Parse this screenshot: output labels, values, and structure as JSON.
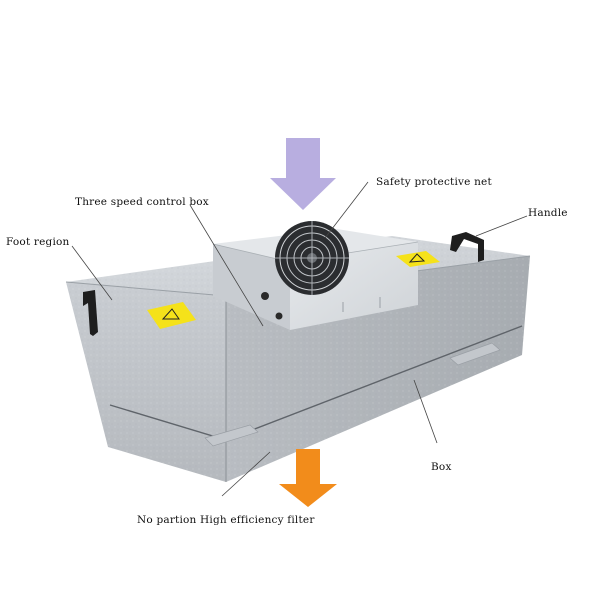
{
  "labels": {
    "safety_net": "Safety protective net",
    "control_box": "Three speed control box",
    "foot_region": "Foot region",
    "handle": "Handle",
    "box": "Box",
    "filter": "No partion High efficiency filter"
  },
  "colors": {
    "airflow_in_arrow": "#b8aee0",
    "airflow_out_arrow": "#f28c1b",
    "warning_sticker": "#f5e21a",
    "housing_metal": "#cfd3d7",
    "handle": "#1e1e1e"
  },
  "icons": [
    "fan-grille-icon",
    "warning-sticker-icon",
    "handle-icon"
  ]
}
